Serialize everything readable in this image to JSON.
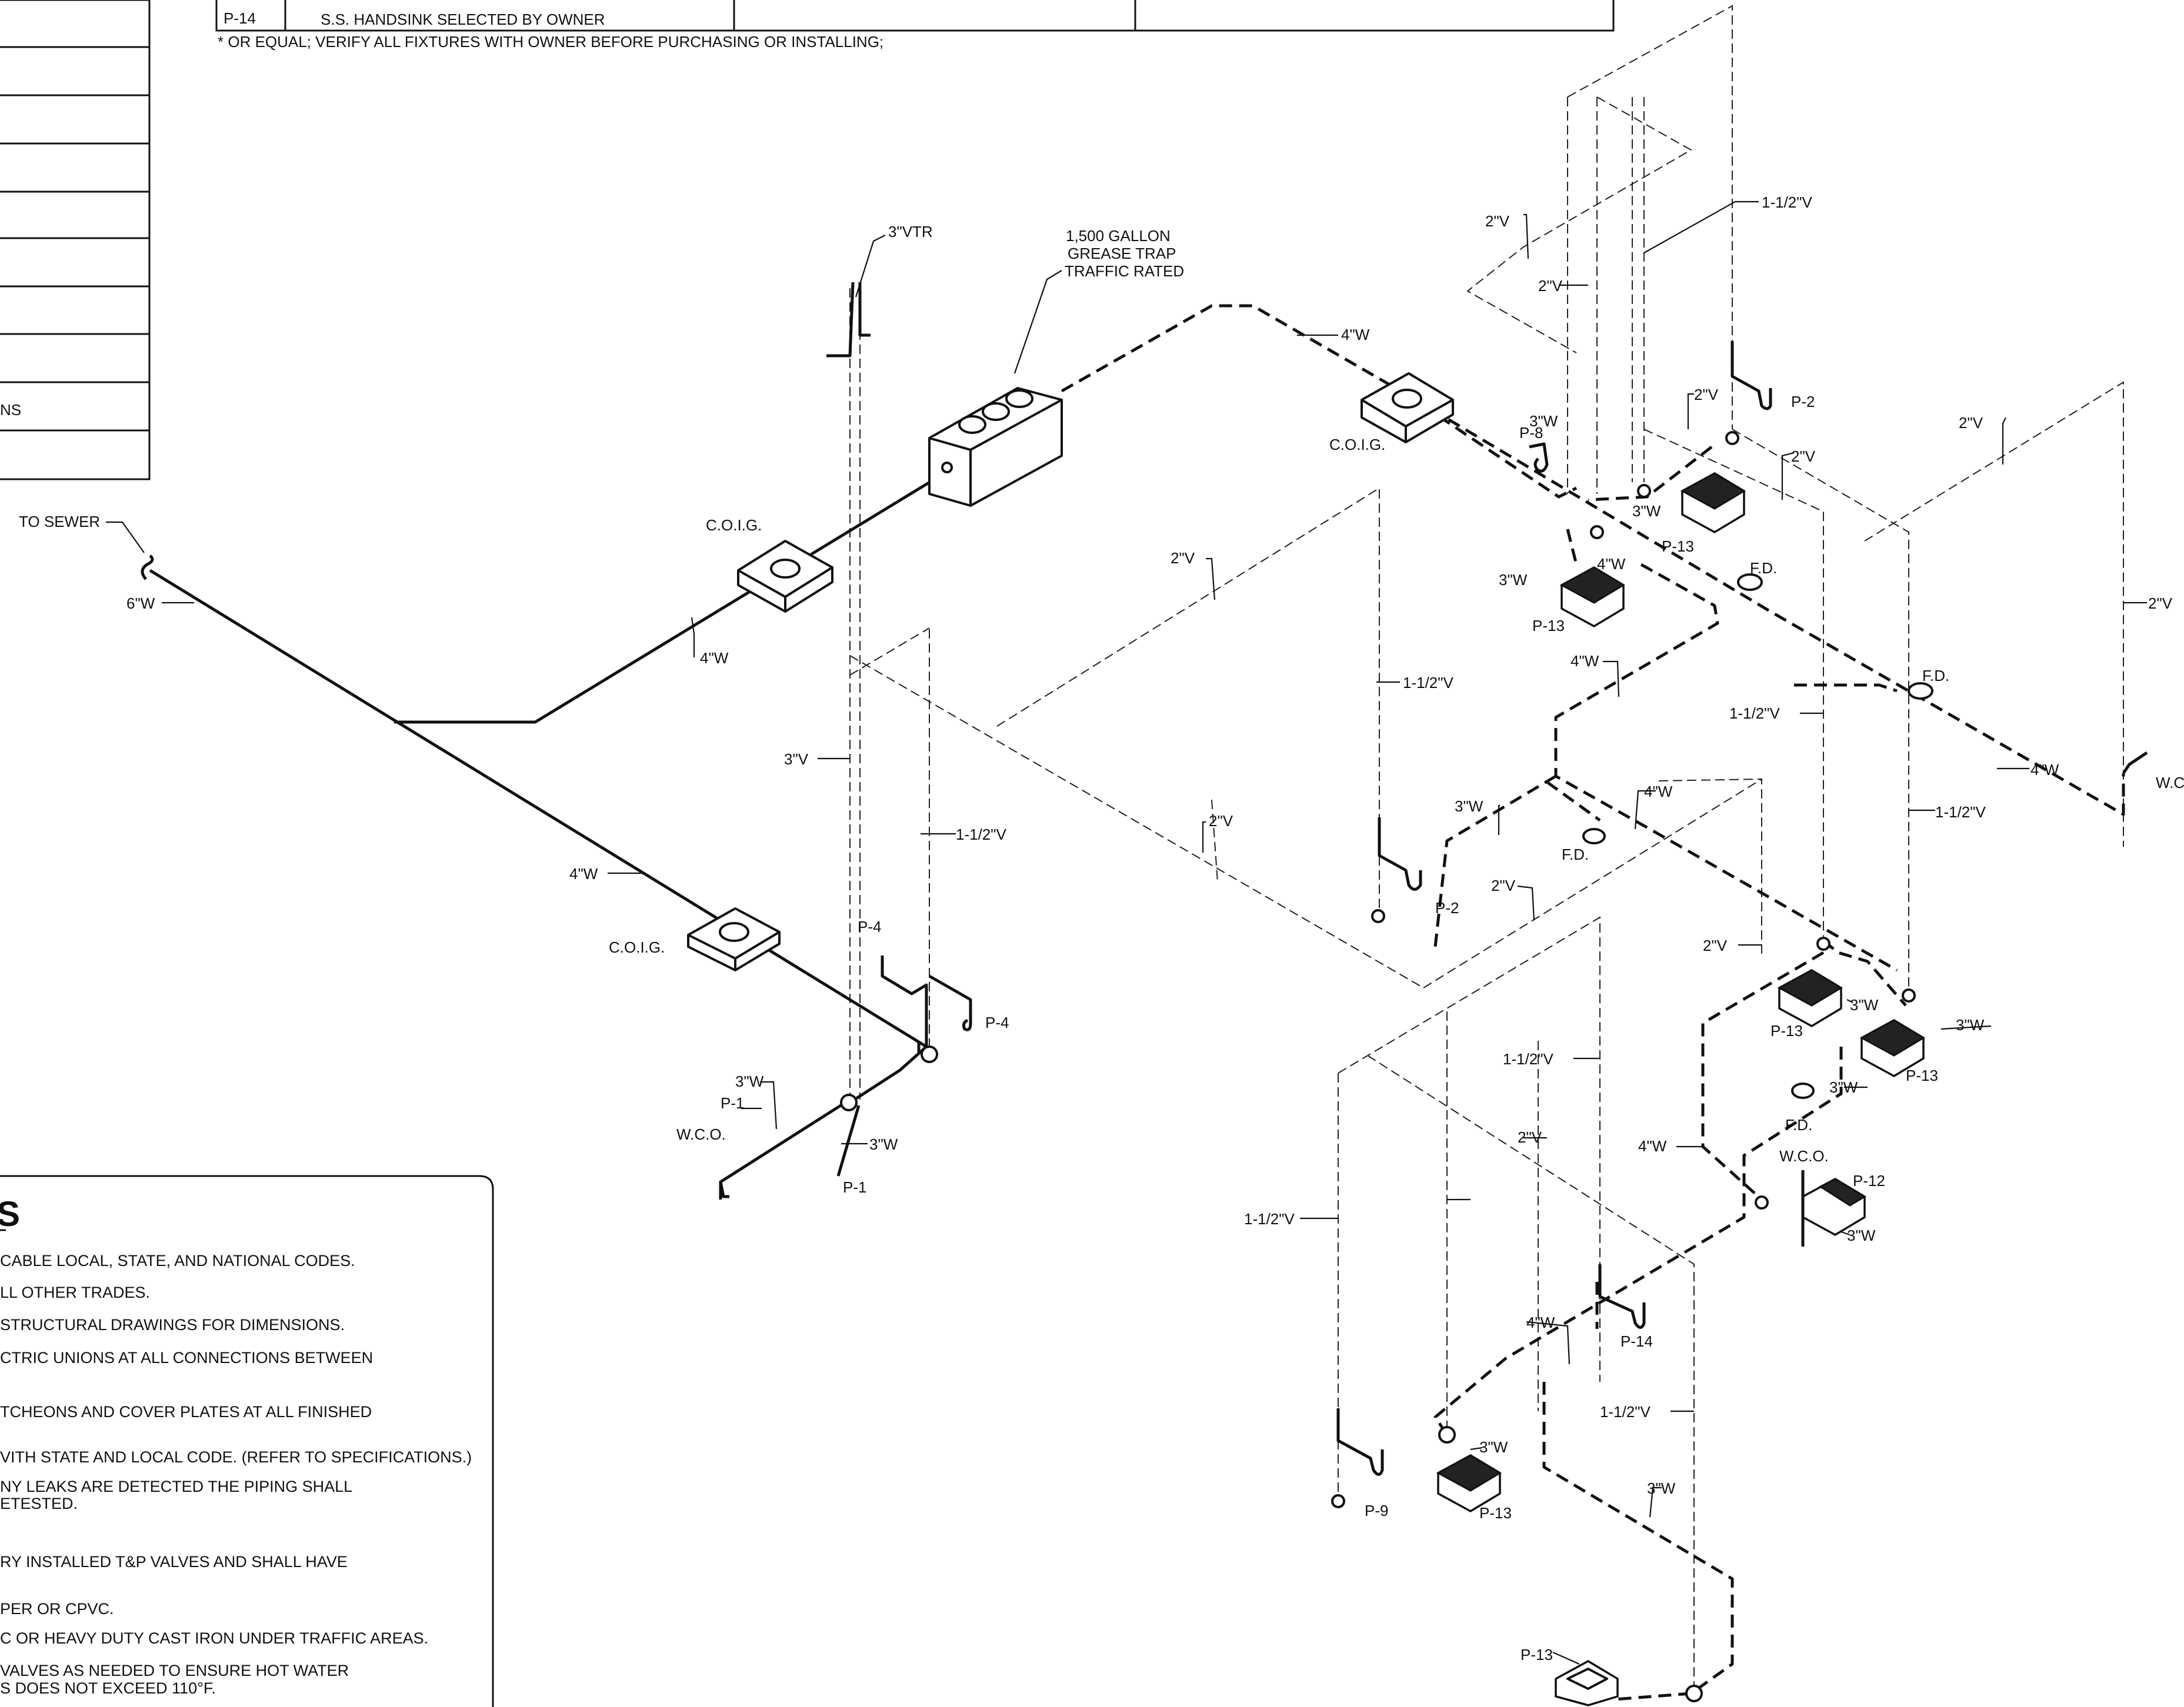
{
  "schedule": {
    "rows": [
      {
        "tag": "P-14",
        "description": "S.S. HANDSINK SELECTED BY OWNER"
      }
    ],
    "footnote": "* OR EQUAL; VERIFY ALL FIXTURES WITH OWNER BEFORE PURCHASING OR INSTALLING;"
  },
  "legend_left": {
    "partial_text": "NS"
  },
  "notes": {
    "title_fragment": "S",
    "lines": [
      "CABLE LOCAL, STATE, AND NATIONAL CODES.",
      "LL OTHER TRADES.",
      "STRUCTURAL DRAWINGS FOR DIMENSIONS.",
      "CTRIC UNIONS AT ALL CONNECTIONS BETWEEN",
      "TCHEONS AND COVER PLATES AT ALL FINISHED",
      "VITH STATE AND LOCAL CODE. (REFER TO SPECIFICATIONS.)",
      "NY LEAKS ARE DETECTED THE PIPING SHALL",
      "ETESTED.",
      "RY INSTALLED T&P VALVES AND SHALL HAVE",
      "PER OR CPVC.",
      "C OR HEAVY DUTY CAST IRON UNDER TRAFFIC AREAS.",
      "VALVES AS NEEDED TO ENSURE HOT WATER",
      "S DOES NOT EXCEED 110°F."
    ]
  },
  "labels": {
    "to_sewer": "TO SEWER",
    "w6": "6\"W",
    "w4_a": "4\"W",
    "w4_b": "4\"W",
    "w4_c": "4\"W",
    "w4_d": "4\"W",
    "w4_e": "4\"W",
    "w4_f": "4\"W",
    "w4_g": "4\"W",
    "w4_h": "4\"W",
    "w4_i": "4\"W",
    "vtr3": "3\"VTR",
    "grease_trap_1": "1,500 GALLON",
    "grease_trap_2": "GREASE TRAP",
    "grease_trap_3": "TRAFFIC RATED",
    "coig_a": "C.O.I.G.",
    "coig_b": "C.O.I.G.",
    "coig_c": "C.O.I.G.",
    "v3_a": "3\"V",
    "v15_a": "1-1/2\"V",
    "v15_b": "1-1/2\"V",
    "v15_c": "1-1/2\"V",
    "v15_d": "1-1/2\"V",
    "v15_e": "1-1/2\"V",
    "v15_f": "1-1/2\"V",
    "v15_g": "1-1/2\"V",
    "v15_h": "1-1/2\"V",
    "v2_a": "2\"V",
    "v2_b": "2\"V",
    "v2_c": "2\"V",
    "v2_d": "2\"V",
    "v2_e": "2\"V",
    "v2_f": "2\"V",
    "v2_g": "2\"V",
    "v2_h": "2\"V",
    "v2_i": "2\"V",
    "v2_j": "2\"V",
    "v2_k": "2\"V",
    "w3_a": "3\"W",
    "w3_b": "3\"W",
    "w3_c": "3\"W",
    "w3_d": "3\"W",
    "w3_e": "3\"W",
    "w3_f": "3\"W",
    "w3_g": "3\"W",
    "w3_h": "3\"W",
    "w3_i": "3\"W",
    "w3_j": "3\"W",
    "w3_k": "3\"W",
    "w3_l": "3\"W",
    "p1_a": "P-1",
    "p1_b": "P-1",
    "p2_a": "P-2",
    "p2_b": "P-2",
    "p4_a": "P-4",
    "p4_b": "P-4",
    "p8": "P-8",
    "p9": "P-9",
    "p12": "P-12",
    "p13_a": "P-13",
    "p13_b": "P-13",
    "p13_c": "P-13",
    "p13_d": "P-13",
    "p13_e": "P-13",
    "p13_f": "P-13",
    "p14": "P-14",
    "wco_a": "W.C.O.",
    "wco_b": "W.C.O.",
    "fd_a": "F.D.",
    "fd_b": "F.D.",
    "fd_c": "F.D.",
    "fd_d": "F.D.",
    "wc_edge": "W.C"
  }
}
